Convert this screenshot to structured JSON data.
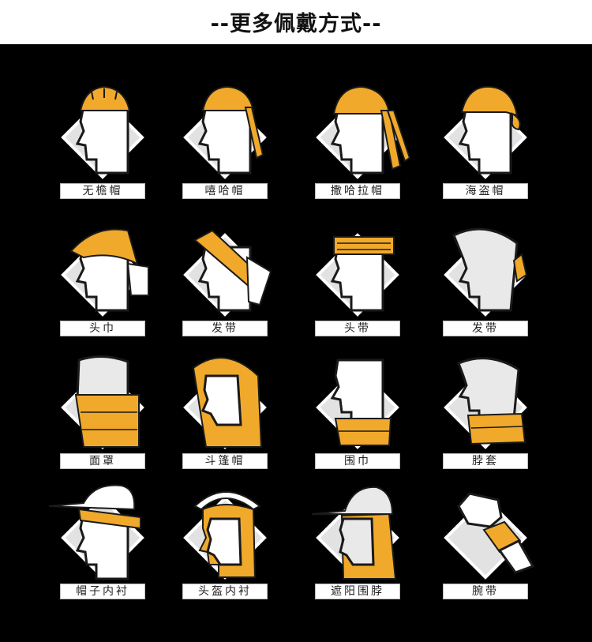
{
  "header": {
    "title": "--更多佩戴方式--"
  },
  "colors": {
    "background": "#000000",
    "band": "#f0a92b",
    "tile": "#e2e2e2",
    "face": "#ffffff",
    "outline": "#1a1a1a"
  },
  "styles": [
    {
      "label": "无檐帽",
      "icon": "beanie-icon"
    },
    {
      "label": "嘻哈帽",
      "icon": "hiphop-cap-icon"
    },
    {
      "label": "撒哈拉帽",
      "icon": "sahara-hat-icon"
    },
    {
      "label": "海盗帽",
      "icon": "pirate-hat-icon"
    },
    {
      "label": "头巾",
      "icon": "head-scarf-icon"
    },
    {
      "label": "发带",
      "icon": "hair-band-icon"
    },
    {
      "label": "头带",
      "icon": "head-band-icon"
    },
    {
      "label": "发带",
      "icon": "hair-band-tie-icon"
    },
    {
      "label": "面罩",
      "icon": "face-mask-icon"
    },
    {
      "label": "斗篷帽",
      "icon": "hood-icon"
    },
    {
      "label": "围巾",
      "icon": "scarf-icon"
    },
    {
      "label": "脖套",
      "icon": "neck-gaiter-icon"
    },
    {
      "label": "帽子内衬",
      "icon": "cap-liner-icon"
    },
    {
      "label": "头盔内衬",
      "icon": "helmet-liner-icon"
    },
    {
      "label": "遮阳围脖",
      "icon": "sun-neck-cover-icon"
    },
    {
      "label": "腕带",
      "icon": "wristband-icon"
    }
  ]
}
